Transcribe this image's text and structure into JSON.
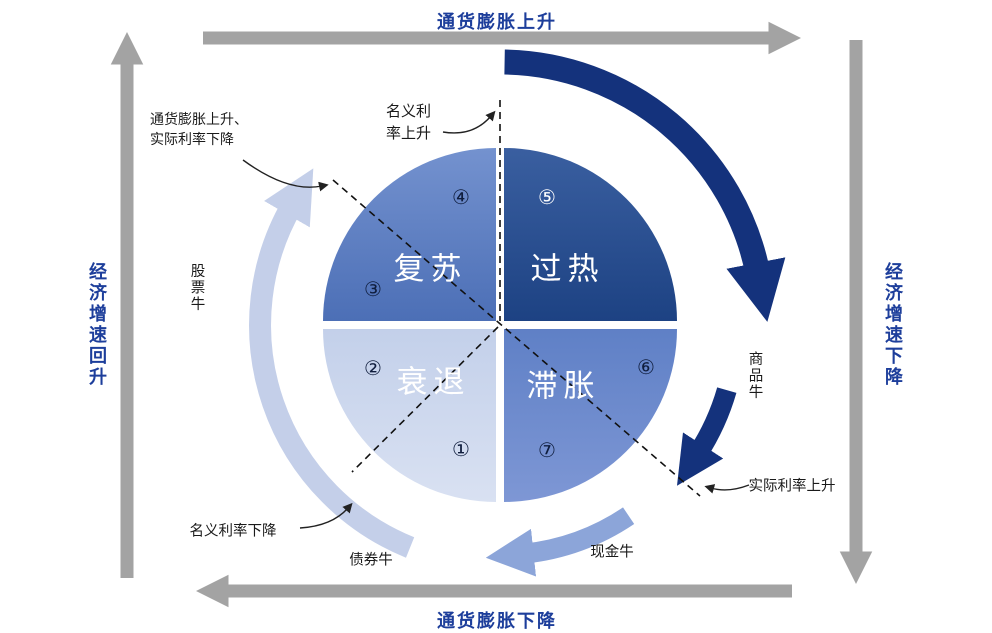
{
  "edge_labels": {
    "top": "通货膨胀上升",
    "bottom": "通货膨胀下降",
    "left": "经济增速回升",
    "right": "经济增速下降"
  },
  "quadrants": {
    "recovery": "复苏",
    "overheat": "过热",
    "recession": "衰退",
    "stagflation": "滞胀"
  },
  "stage_numbers": {
    "n1": "①",
    "n2": "②",
    "n3": "③",
    "n4": "④",
    "n5": "⑤",
    "n6": "⑥",
    "n7": "⑦"
  },
  "annotations": {
    "nominal_rate_up": "名义利率上升",
    "inflation_up_real_rate_down": "通货膨胀上升、实际利率下降",
    "stock_bull": "股票牛",
    "bond_bull": "债券牛",
    "cash_bull": "现金牛",
    "commodity_bull": "商品牛",
    "nominal_rate_down": "名义利率下降",
    "real_rate_up": "实际利率上升"
  },
  "colors": {
    "edge_label_blue": "#1d3e9b",
    "arrow_gray": "#a3a3a3",
    "cycle_arc_dark": "#14327c",
    "cycle_arc_pale": "#c4cfe9",
    "cycle_arc_cash": "#8ca5d9",
    "quadrant_overheat": "#27508f",
    "quadrant_recovery": "#5c7fc2",
    "quadrant_stagflation": "#6e8ccd",
    "quadrant_recession": "#cdd8ee",
    "annotation_text": "#1a1a1a",
    "quadrant_label_text": "#ffffff"
  }
}
